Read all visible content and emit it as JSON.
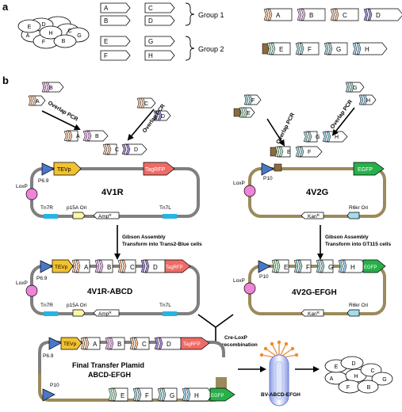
{
  "panel_a": {
    "label": "a",
    "ellipse_letters": [
      "A",
      "B",
      "C",
      "D",
      "E",
      "F",
      "G",
      "H"
    ],
    "group1_arrows": [
      "A",
      "B",
      "C",
      "D"
    ],
    "group2_arrows": [
      "E",
      "F",
      "G",
      "H"
    ],
    "group1_label": "Group 1",
    "group2_label": "Group 2",
    "chain1": [
      "A",
      "B",
      "C",
      "D"
    ],
    "chain2": [
      "E",
      "F",
      "G",
      "H"
    ]
  },
  "panel_b": {
    "label": "b",
    "overlap_pcr": "Overlap PCR",
    "left_plasmid": {
      "name": "4V1R",
      "promoter": "P6.9",
      "tevp": "TEVp",
      "tagrfp": "TagRFP",
      "loxp": "LoxP",
      "tn7r": "Tn7R",
      "ori": "p15A Ori",
      "amp": "Amp",
      "amp_sup": "R",
      "tn7l": "Tn7L"
    },
    "right_plasmid": {
      "name": "4V2G",
      "promoter": "P10",
      "egfp": "EGFP",
      "loxp": "LoxP",
      "kan": "Kan",
      "kan_sup": "R",
      "ori": "R6kr Ori"
    },
    "left_step_line1": "Gibson Assembly",
    "left_step_line2": "Transform into Trans2-Blue cells",
    "right_step_line1": "Gibson Assembly",
    "right_step_line2": "Transform into GT115 cells",
    "left_assembled_name": "4V1R-ABCD",
    "right_assembled_name": "4V2G-EFGH",
    "cre_line1": "Cre-LoxP",
    "cre_line2": "recombination",
    "final_line1": "Final Transfer Plamid",
    "final_line2": "ABCD-EFGH",
    "bv_label": "BV-ABCD-EFGH"
  },
  "colors": {
    "A": "#f7c9a6",
    "B": "#e9b5ee",
    "C": "#f7c9a6",
    "D": "#a78ad8",
    "E": "#b6e6c6",
    "F": "#a8d4d6",
    "G": "#a8d4d6",
    "H": "#9fd2ea",
    "backbone_grey": "#7f7f7f",
    "backbone_olive": "#9b8a5b",
    "tevp": "#f2c22e",
    "tagrfp": "#ef6b66",
    "egfp": "#27b04a",
    "loxp": "#ee84d8",
    "promoter": "#4a78c9",
    "ori": "#fff7a6",
    "tn7": "#28b4e2",
    "r6k": "#a3dcea"
  }
}
